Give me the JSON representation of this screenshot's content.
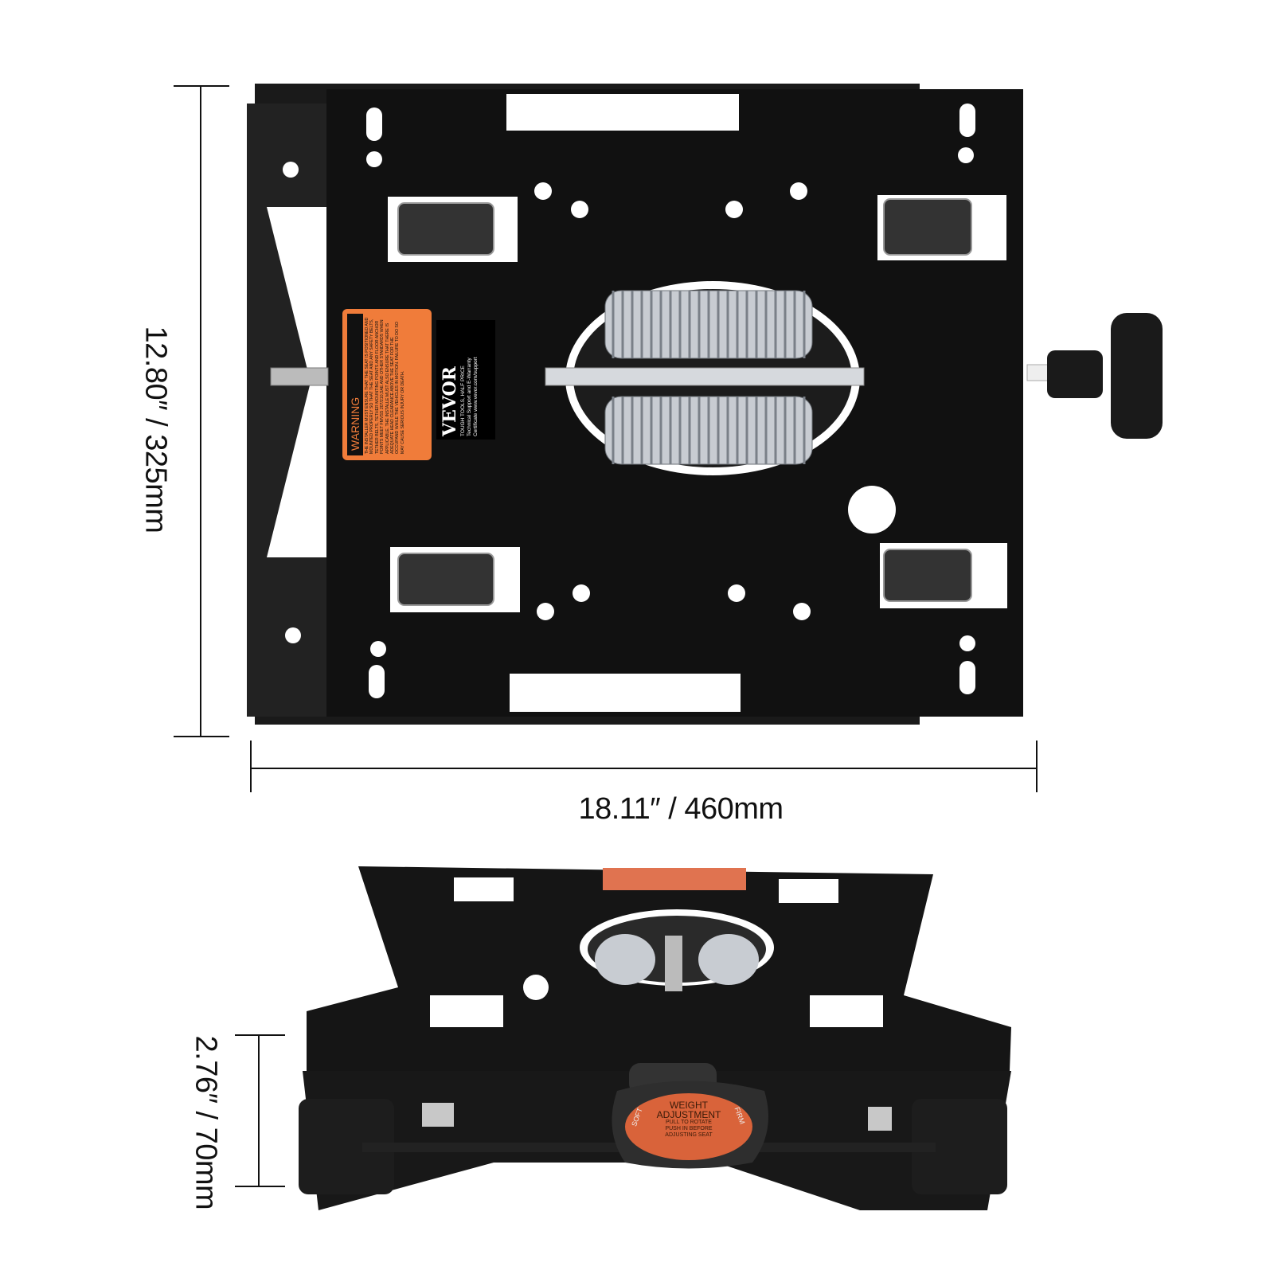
{
  "dimensions": {
    "height": "12.80″ / 325mm",
    "width": "18.11″ / 460mm",
    "depth": "2.76″ / 70mm"
  },
  "warning_label": {
    "title": "WARNING",
    "text": "The installer must ensure that the seat is positioned and mounted properly so that the seat and any safety belts, tether belts, tether mounting points and floor anchor points meet FMVSS 207/210,SAE and other standards when applicable. The installe must also ensure that there is adequate head clearance above the seat for the occupand while the vehicles in motion. Failure to do so may cause serious injury or death."
  },
  "brand_label": {
    "logo": "VEVOR",
    "tagline": "TOUGH TOOLS, HALF PRICE",
    "support_line1": "Technical Support and E-Warranty",
    "support_line2": "Certificate www.vevor.com/support"
  },
  "knob_label": {
    "title_line1": "WEIGHT",
    "title_line2": "ADJUSTMENT",
    "soft": "SOFT",
    "firm": "FIRM",
    "instruction1": "PULL TO ROTATE",
    "instruction2": "PUSH IN BEFORE",
    "instruction3": "ADJUSTING SEAT"
  },
  "colors": {
    "plate": "#111111",
    "label_orange": "#f07c3a",
    "spring": "#c8ccd2"
  }
}
